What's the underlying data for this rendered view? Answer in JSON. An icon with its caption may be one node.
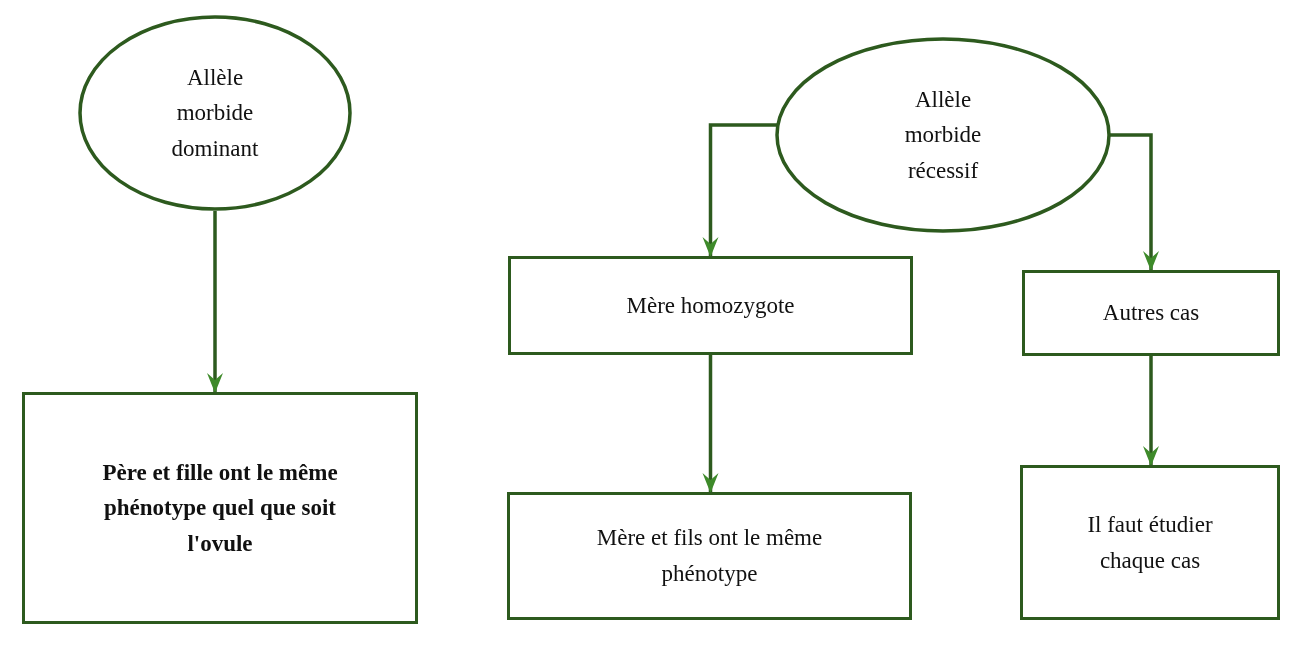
{
  "diagram": {
    "nodes": [
      {
        "text": [
          "Allèle morbide dominant"
        ]
      },
      {
        "text": [
          "Père et fille ont le même phénotype quel que soit l'ovule"
        ]
      },
      {
        "text": [
          "Allèle morbide récessif"
        ]
      },
      {
        "text": [
          "Mère homozygote"
        ]
      },
      {
        "text": [
          "Autres cas"
        ]
      },
      {
        "text": [
          "Mère et fils ont le même phénotype"
        ]
      },
      {
        "text": [
          "Il faut étudier chaque cas"
        ]
      }
    ],
    "edges": [
      {
        "from": 0,
        "to": 1,
        "arrow": "to"
      },
      {
        "from": 2,
        "to": 3,
        "arrow": "to"
      },
      {
        "from": 2,
        "to": 4,
        "arrow": "to"
      },
      {
        "from": 3,
        "to": 5,
        "arrow": "to"
      },
      {
        "from": 4,
        "to": 6,
        "arrow": "to"
      }
    ]
  }
}
